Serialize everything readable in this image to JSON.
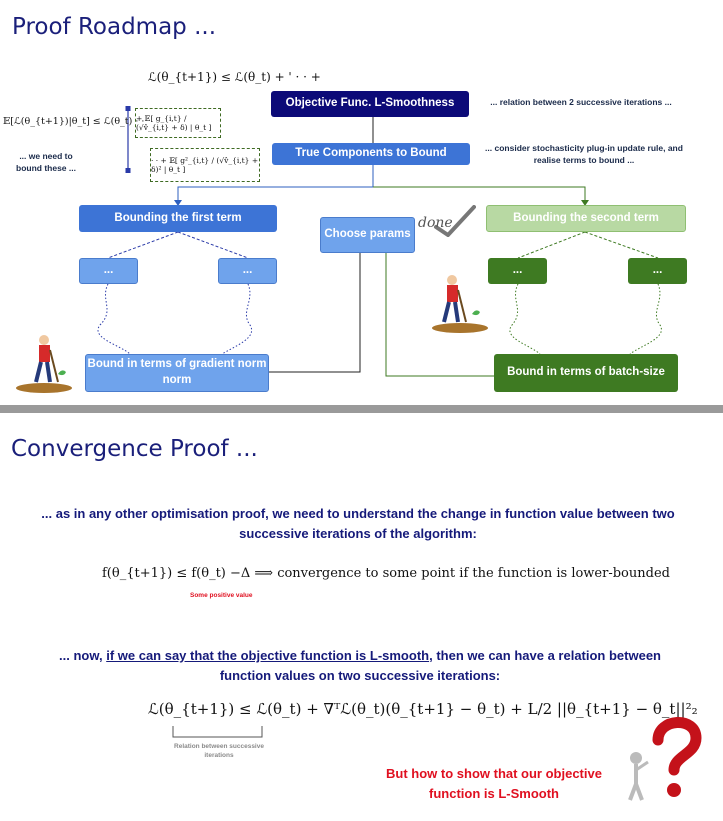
{
  "section1": {
    "title": "Proof Roadmap ...",
    "top_formula": "ℒ(θ_{t+1}) ≤ ℒ(θ_t) + ' · · +",
    "expectation_formula": "𝔼[ℒ(θ_{t+1})|θ_t] ≤ ℒ(θ_t) · ·",
    "term1_formula": "+ 𝔼[ g_{i,t} / (√v̂_{i,t} + δ) | θ_t ]",
    "term2_formula": "· · + 𝔼[ g²_{i,t} / (√v̂_{i,t} + δ)² | θ_t ]",
    "bound_note": "... we need to bound these ...",
    "box_objective": "Objective Func. L-Smoothness",
    "note_objective": "... relation between 2 successive iterations ...",
    "box_true_components": "True Components to Bound",
    "note_true_components": "... consider stochasticity plug-in update rule, and realise terms to bound ...",
    "box_first_term": "Bounding the first term",
    "box_second_term": "Bounding the second term",
    "box_choose_params": "Choose params",
    "done_stamp": "done",
    "leaf_label": "...",
    "box_bound_gradient": "Bound in terms of gradient norm norm",
    "box_bound_batch": "Bound in terms of batch-size"
  },
  "section2": {
    "title": "Convergence Proof ...",
    "intro_text": "... as in any other optimisation proof, we need to understand the change in function value between two successive iterations of the algorithm:",
    "formula1": "f(θ_{t+1}) ≤ f(θ_t) −Δ ⟹ convergence to some point if the function is lower-bounded",
    "positive_label": "Some positive value",
    "smooth_text_prefix": "... now,",
    "smooth_text_link": "if we can say that the objective function is L-smooth",
    "smooth_text_suffix": ", then we can have a relation between function values on two successive iterations:",
    "formula2": "ℒ(θ_{t+1}) ≤ ℒ(θ_t) + ∇ᵀℒ(θ_t)(θ_{t+1} − θ_t) + L/2 ||θ_{t+1} − θ_t||²₂",
    "relation_label": "Relation between successive iterations",
    "question_text": "But how to show that our objective function is L-Smooth"
  },
  "colors": {
    "navy_box": "#0c0a78",
    "blue_box": "#3d74d6",
    "light_blue_box": "#6fa3ec",
    "light_green_box": "#b8d9a3",
    "dark_green_box": "#3e7a22",
    "title_blue": "#1a1f7a",
    "red": "#e01020"
  }
}
